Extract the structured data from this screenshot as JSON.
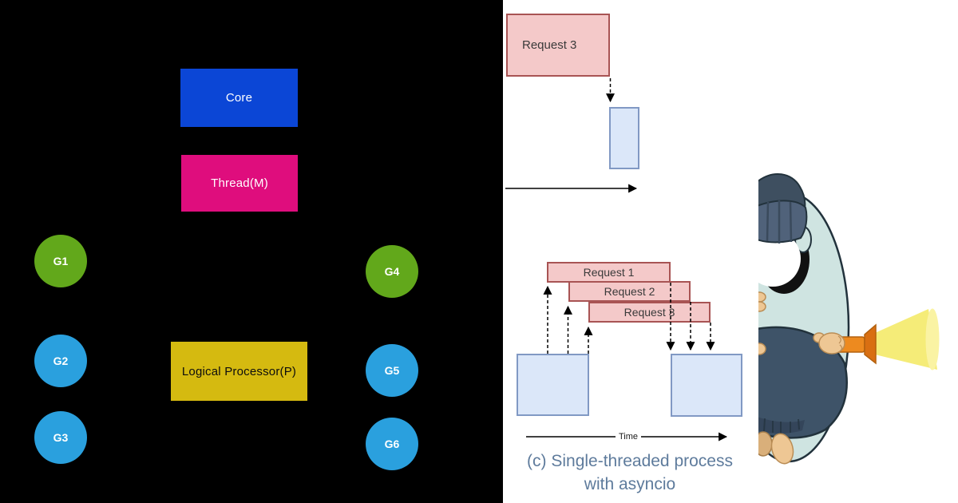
{
  "left_panel": {
    "description": "Go scheduler diagram on black background",
    "background": "#000000",
    "core": {
      "label": "Core",
      "color": "#0b46d6"
    },
    "thread": {
      "label": "Thread(M)",
      "color": "#df0d7d"
    },
    "processor": {
      "label": "Logical Processor(P)",
      "color": "#d5ba10"
    },
    "goroutines": [
      {
        "label": "G1",
        "color": "#62a81b"
      },
      {
        "label": "G2",
        "color": "#2aa0de"
      },
      {
        "label": "G3",
        "color": "#2aa0de"
      },
      {
        "label": "G4",
        "color": "#62a81b"
      },
      {
        "label": "G5",
        "color": "#2aa0de"
      },
      {
        "label": "G6",
        "color": "#2aa0de"
      }
    ]
  },
  "right_panel": {
    "description": "Single-threaded asyncio timing diagram with Go gopher mascot",
    "standalone_request": {
      "label": "Request 3"
    },
    "requests": [
      {
        "label": "Request 1"
      },
      {
        "label": "Request 2"
      },
      {
        "label": "Request 3"
      }
    ],
    "time_label": "Time",
    "caption": {
      "line1": "(c) Single-threaded process",
      "line2": "with asyncio",
      "color": "#5e7b9c"
    },
    "colors": {
      "request_fill": "#f4c9c9",
      "request_border": "#a85454",
      "process_fill": "#dbe7f9",
      "process_border": "#8199c4",
      "arrow": "#000000"
    },
    "mascot": {
      "name": "go-gopher-with-flashlight",
      "colors": {
        "body": "#cfe4e1",
        "sweater": "#3e5368",
        "beanie": "#4e6073",
        "flashlight": "#ed8a1f",
        "light_beam": "#f5ec78",
        "paws": "#eec794"
      }
    }
  }
}
